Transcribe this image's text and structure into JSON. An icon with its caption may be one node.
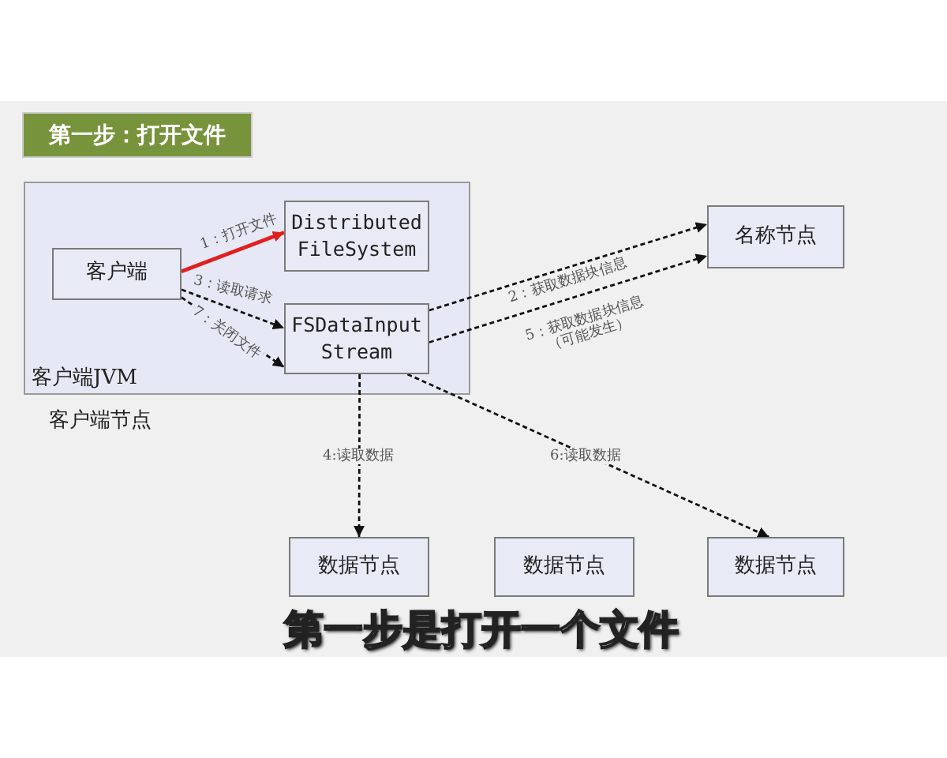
{
  "diagram": {
    "title": "第一步：打开文件",
    "nodes": [
      {
        "text": [
          "客户端JVM"
        ],
        "beside": [
          "客户端节点"
        ]
      },
      {
        "text": [
          "客户端"
        ],
        "in": 0
      },
      {
        "text": [
          "Distributed FileSystem"
        ],
        "in": 0
      },
      {
        "text": [
          "FSDataInput Stream"
        ],
        "in": 0
      },
      {
        "text": [
          "名称节点"
        ]
      },
      {
        "text": [
          "数据节点"
        ]
      },
      {
        "text": [
          "数据节点"
        ]
      },
      {
        "text": [
          "数据节点"
        ]
      }
    ],
    "edges": [
      {
        "from": 1,
        "to": 2,
        "arrow": "to",
        "label": "1：打开文件",
        "color": "#e02020"
      },
      {
        "from": 1,
        "to": 3,
        "arrow": "to",
        "label": "3：读取请求",
        "style": "dashed"
      },
      {
        "from": 1,
        "to": 3,
        "arrow": "to",
        "label": "7：关闭文件",
        "style": "dashed"
      },
      {
        "from": 3,
        "to": 4,
        "arrow": "to",
        "label": "2：获取数据块信息",
        "style": "dashed"
      },
      {
        "from": 3,
        "to": 4,
        "arrow": "to",
        "label": "5：获取数据块信息（可能发生）",
        "style": "dashed"
      },
      {
        "from": 3,
        "to": 5,
        "arrow": "to",
        "label": "4:读取数据",
        "style": "dashed"
      },
      {
        "from": 3,
        "to": 7,
        "arrow": "to",
        "label": "6:读取数据",
        "style": "dashed"
      }
    ],
    "labels": [
      "第一步是打开一个文件"
    ]
  }
}
